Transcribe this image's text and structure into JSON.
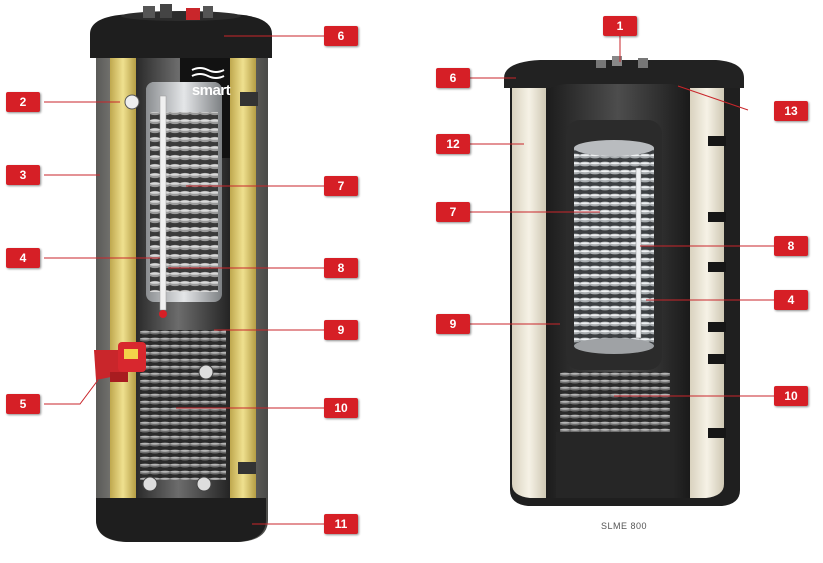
{
  "left_unit": {
    "brand_text": "smart",
    "callouts": [
      "2",
      "3",
      "4",
      "5",
      "6",
      "7",
      "8",
      "9",
      "10",
      "11"
    ]
  },
  "right_unit": {
    "model_caption": "SLME 800",
    "callouts": [
      "1",
      "6",
      "12",
      "7",
      "8",
      "4",
      "9",
      "10",
      "13"
    ]
  },
  "colors": {
    "callout_red": "#d61f26",
    "insulation_yellow": "#e6d27a",
    "tank_dark": "#2b2b2b",
    "insulation_cream": "#efe9d8"
  }
}
